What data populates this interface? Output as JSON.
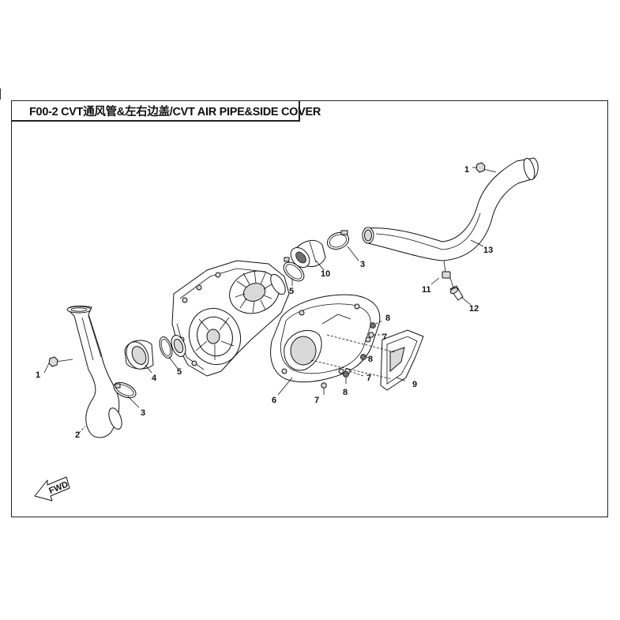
{
  "title": "F00-2 CVT通风管&左右边盖/CVT AIR PIPE&SIDE COVER",
  "callouts": {
    "c1a": "1",
    "c1b": "1",
    "c2": "2",
    "c3a": "3",
    "c3b": "3",
    "c4": "4",
    "c5a": "5",
    "c5b": "5",
    "c6": "6",
    "c7a": "7",
    "c7b": "7",
    "c7c": "7",
    "c8a": "8",
    "c8b": "8",
    "c8c": "8",
    "c9": "9",
    "c10": "10",
    "c11": "11",
    "c12": "12",
    "c13": "13"
  },
  "fwd_label": "FWD",
  "colors": {
    "line": "#111111",
    "shade": "#d9d9d9",
    "dark": "#6d6d6d"
  }
}
